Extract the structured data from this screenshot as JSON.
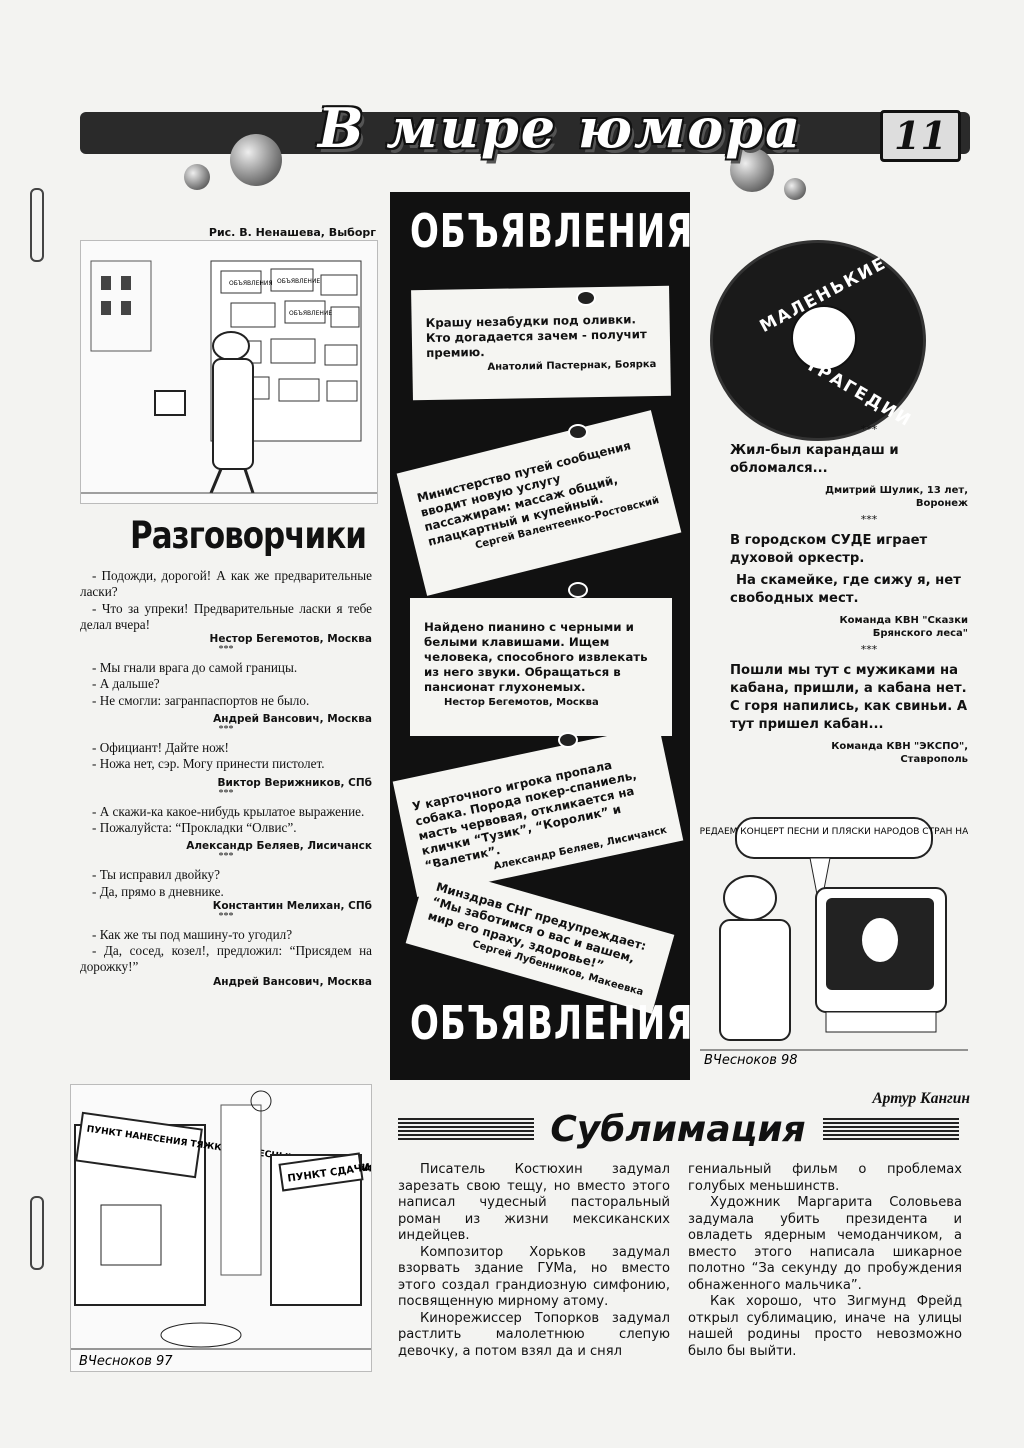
{
  "header": {
    "section_title": "В мире юмора",
    "page_number": "11"
  },
  "cartoon_top": {
    "credit": "Рис. В. Ненашева, Выборг",
    "sign_1": "ОБЪЯВЛЕНИЯ",
    "sign_2": "ОБЪЯВЛЕНИЕ",
    "sign_3": "ОБЪЯВЛЕНИЕ"
  },
  "razgovorchiki": {
    "title": "Разговорчики",
    "jokes": [
      {
        "lines": [
          "- Подожди, дорогой! А как же предварительные ласки?",
          "- Что за упреки! Предварительные ласки я тебе делал вчера!"
        ],
        "author": "Нестор Бегемотов, Москва"
      },
      {
        "lines": [
          "- Мы гнали врага до самой границы.",
          "- А дальше?",
          "- Не смогли: загранпаспортов не было."
        ],
        "author": "Андрей Вансович, Москва"
      },
      {
        "lines": [
          "- Официант! Дайте нож!",
          "- Ножа нет, сэр. Могу принести пистолет."
        ],
        "author": "Виктор Верижников, СПб"
      },
      {
        "lines": [
          "- А скажи-ка какое-нибудь крылатое выражение.",
          "- Пожалуйста: “Прокладки “Олвис”."
        ],
        "author": "Александр Беляев, Лисичанск"
      },
      {
        "lines": [
          "- Ты исправил двойку?",
          "- Да, прямо в дневнике."
        ],
        "author": "Константин Мелихан, СПб"
      },
      {
        "lines": [
          "- Как же ты под машину-то угодил?",
          "- Да, сосед, козел!, предложил: “Присядем на дорожку!”"
        ],
        "author": "Андрей Вансович, Москва"
      }
    ],
    "separator": "***"
  },
  "ads": {
    "title_top": "ОБЪЯВЛЕНИЯ",
    "title_bottom": "ОБЪЯВЛЕНИЯ",
    "items": [
      {
        "text": "Крашу незабудки под оливки. Кто догадается зачем - получит премию.",
        "author": "Анатолий Пастернак, Боярка"
      },
      {
        "text": "Министерство путей сообщения вводит новую услугу пассажирам: массаж общий, плацкартный и купейный.",
        "author": "Сергей Валентеенко-Ростовский"
      },
      {
        "text": "Найдено пианино с черными и белыми клавишами. Ищем человека, способного извлекать из него звуки. Обращаться в пансионат глухонемых.",
        "author": "Нестор Бегемотов, Москва"
      },
      {
        "text": "У карточного игрока пропала собака. Порода покер-спаниель, масть червовая, откликается на клички “Тузик”, “Королик” и “Валетик”.",
        "author": "Александр Беляев, Лисичанск"
      },
      {
        "text": "Минздрав СНГ предупреждает: “Мы заботимся о вас и вашем, мир его праху, здоровье!”",
        "author": "Сергей Лубенников, Макеевка"
      }
    ]
  },
  "small_tragedies": {
    "title_top": "МАЛЕНЬКИЕ",
    "title_bottom": "ТРАГЕДИИ",
    "separator": "***",
    "items": [
      {
        "lines": [
          "Жил-был карандаш и обломался..."
        ],
        "author": [
          "Дмитрий Шулик, 13 лет,",
          "Воронеж"
        ]
      },
      {
        "lines": [
          "В городском СУДЕ играет духовой оркестр.",
          "На скамейке, где сижу я, нет свободных мест."
        ],
        "author": [
          "Команда КВН \"Сказки",
          "Брянского леса\""
        ]
      },
      {
        "lines": [
          "Пошли мы тут с мужиками на кабана, пришли, а кабана нет. С горя напились, как свиньи. А тут пришел кабан..."
        ],
        "author": [
          "Команда КВН \"ЭКСПО\",",
          "Ставрополь"
        ]
      }
    ]
  },
  "cartoon_tv": {
    "speech": "ПЕРЕДАЕМ КОНЦЕРТ ПЕСНИ И ПЛЯСКИ НАРОДОВ СТРАН НАТО",
    "signature": "ВЧесноков 98"
  },
  "cartoon_bottom": {
    "sign_left": "ПУНКТ НАНЕСЕНИЯ ТЯЖКИХ ТЕЛЕСНЫХ ПОВРЕЖДЕНИЙ",
    "sign_right": "ПУНКТ СДАЧИ",
    "signature": "ВЧесноков 97"
  },
  "sublimation": {
    "author": "Артур Кангин",
    "title": "Сублимация",
    "paragraphs_left": [
      "Писатель Костюхин задумал зарезать свою тещу, но вместо этого написал чудесный пасторальный роман из жизни мексиканских индейцев.",
      "Композитор Хорьков задумал взорвать здание ГУМа, но вместо этого создал грандиозную симфонию, посвященную мирному атому.",
      "Кинорежиссер Топорков задумал растлить малолетнюю слепую девочку, а потом взял да и снял"
    ],
    "paragraphs_right": [
      "гениальный фильм о проблемах голубых меньшинств.",
      "Художник Маргарита Соловьева задумала убить президента и овладеть ядерным чемоданчиком, а вместо этого написала шикарное полотно “За секунду до пробуждения обнаженного мальчика”.",
      "Как хорошо, что Зигмунд Фрейд открыл сублимацию, иначе на улицы нашей родины просто невозможно было бы выйти."
    ]
  }
}
